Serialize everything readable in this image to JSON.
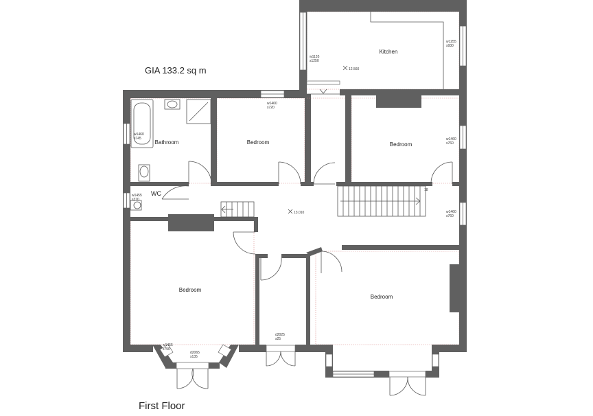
{
  "plan": {
    "gia_label": "GIA 133.2 sq m",
    "floor_label": "First Floor",
    "rooms": {
      "kitchen": "Kitchen",
      "bathroom": "Bathroom",
      "bedroom_top_mid": "Bedroom",
      "bedroom_top_right": "Bedroom",
      "bedroom_bottom_left": "Bedroom",
      "bedroom_bottom_right": "Bedroom",
      "wc": "WC"
    },
    "levels": {
      "kitchen": "12.560",
      "landing": "13.010"
    },
    "stair_count": "18",
    "openings": {
      "kitchen_left_w": "w1135",
      "kitchen_left_s": "s1250",
      "kitchen_right_w": "w1255",
      "kitchen_right_s": "s930",
      "bath_w": "w1460",
      "bath_s": "s745",
      "bed_top_w": "w1460",
      "bed_top_s": "s720",
      "bed_right_w": "w1460",
      "bed_right_s": "s760",
      "wc_w": "w1455",
      "wc_s": "s370",
      "landing_right_w": "w1460",
      "landing_right_s": "s760",
      "bay_w": "w1455",
      "bay_s": "s750",
      "bay_door_d": "d2065",
      "bay_door_s": "s135",
      "store_d": "d2025",
      "store_s": "s25"
    }
  }
}
